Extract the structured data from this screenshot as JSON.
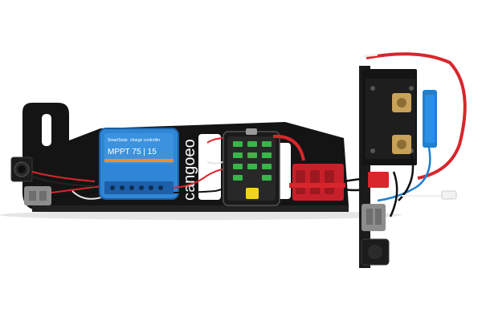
{
  "product": {
    "controller": {
      "brand_line": "SmartSolar",
      "sub_line": "charge controller",
      "model": "MPPT 75 | 15",
      "body_color": "#2f86d6",
      "accent_band_color": "#f28c28"
    },
    "brand_mark": {
      "text": "cangoeo"
    },
    "colors": {
      "plate": "#141414",
      "red_wire": "#d8262c",
      "busbar_red": "#c8202a",
      "fuse_green": "#39b54a",
      "fuse_yellow": "#f2d41a",
      "anderson_grey": "#8d8d8d",
      "brass": "#c9a25a",
      "blue_cap": "#1f7fd1"
    }
  }
}
